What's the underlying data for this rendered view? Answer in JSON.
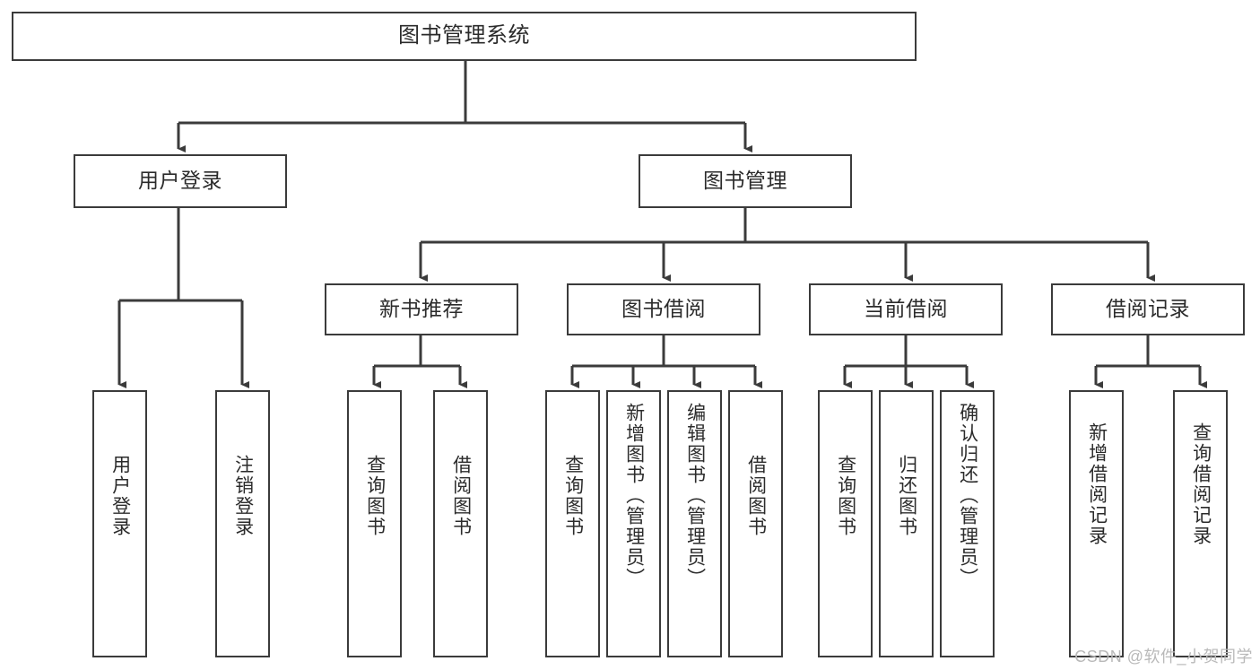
{
  "diagram": {
    "type": "tree-hierarchy-chart",
    "title": "图书管理系统",
    "levels": 4,
    "colors": {
      "box_border": "#3b3b3b",
      "box_fill": "#ffffff",
      "connector": "#3b3b3b",
      "text": "#2b2b2b",
      "watermark": "#b9b9b9",
      "background": "#ffffff"
    },
    "root": {
      "label": "图书管理系统"
    },
    "level2": [
      {
        "id": "user-login",
        "label": "用户登录"
      },
      {
        "id": "book-manage",
        "label": "图书管理"
      }
    ],
    "level3": [
      {
        "id": "new-book-rec",
        "label": "新书推荐",
        "parent": "book-manage"
      },
      {
        "id": "book-borrow",
        "label": "图书借阅",
        "parent": "book-manage"
      },
      {
        "id": "current-borrow",
        "label": "当前借阅",
        "parent": "book-manage"
      },
      {
        "id": "borrow-record",
        "label": "借阅记录",
        "parent": "book-manage"
      }
    ],
    "leaves": {
      "user-login": [
        {
          "id": "leaf-user-login",
          "label": "用户登录"
        },
        {
          "id": "leaf-user-logout",
          "label": "注销登录"
        }
      ],
      "new-book-rec": [
        {
          "id": "leaf-query-book-1",
          "label": "查询图书"
        },
        {
          "id": "leaf-borrow-book-1",
          "label": "借阅图书"
        }
      ],
      "book-borrow": [
        {
          "id": "leaf-query-book-2",
          "label": "查询图书"
        },
        {
          "id": "leaf-add-book",
          "label": "新增图书（管理员）"
        },
        {
          "id": "leaf-edit-book",
          "label": "编辑图书（管理员）"
        },
        {
          "id": "leaf-borrow-book-2",
          "label": "借阅图书"
        }
      ],
      "current-borrow": [
        {
          "id": "leaf-query-book-3",
          "label": "查询图书"
        },
        {
          "id": "leaf-return-book",
          "label": "归还图书"
        },
        {
          "id": "leaf-confirm-return",
          "label": "确认归还（管理员）"
        }
      ],
      "borrow-record": [
        {
          "id": "leaf-add-record",
          "label": "新增借阅记录"
        },
        {
          "id": "leaf-query-record",
          "label": "查询借阅记录"
        }
      ]
    }
  },
  "watermark": {
    "text": "CSDN @软件_小贺同学"
  }
}
